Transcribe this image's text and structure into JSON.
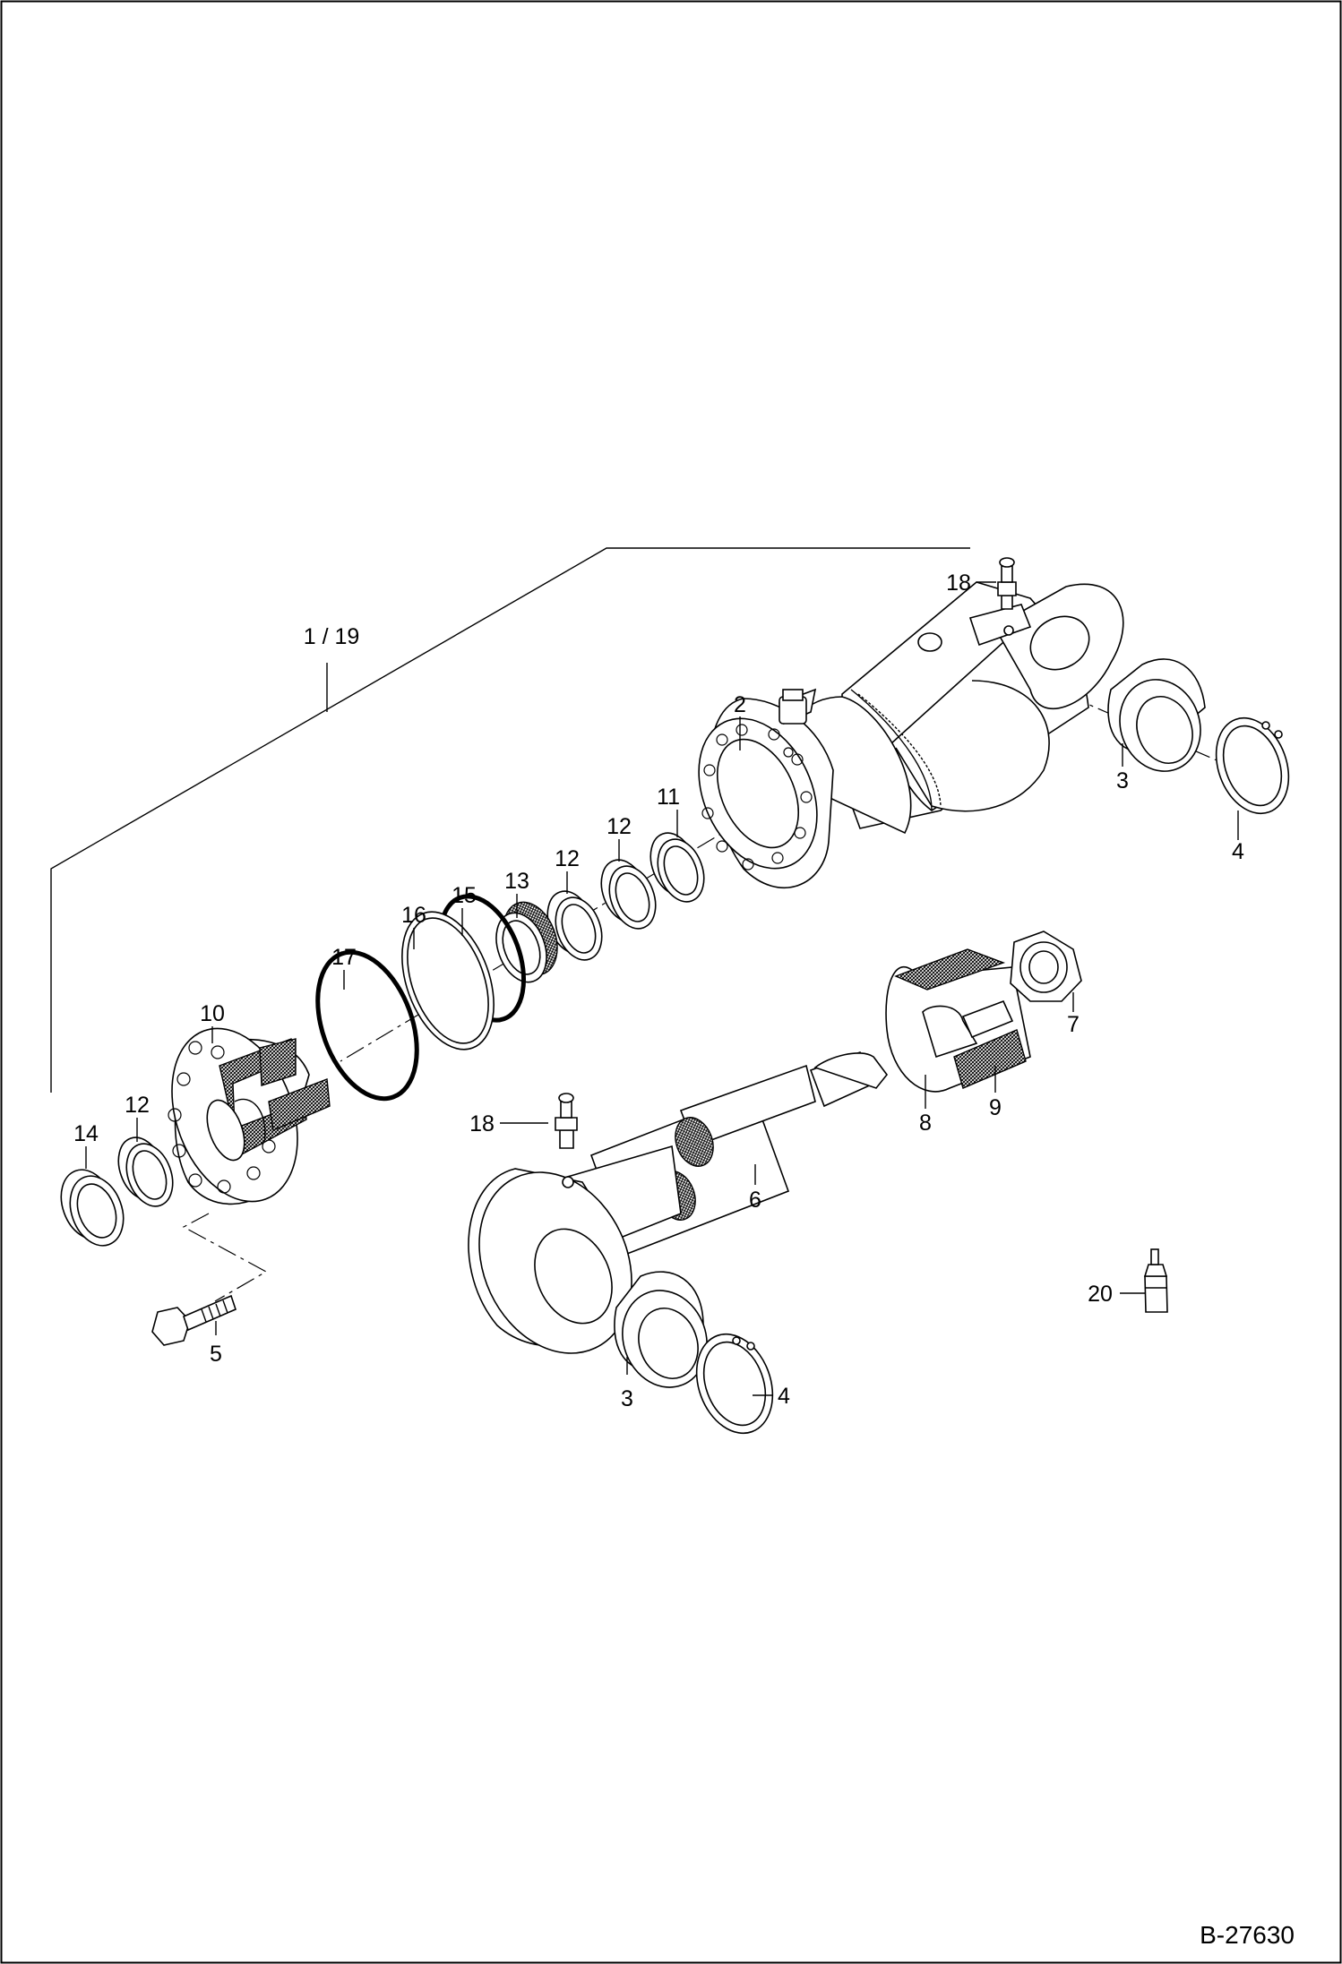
{
  "document": {
    "reference": "B-27630"
  },
  "callouts": {
    "c1_19": "1 / 19",
    "c2": "2",
    "c3_top": "3",
    "c3_bottom": "3",
    "c4_top": "4",
    "c4_bottom": "4",
    "c5": "5",
    "c6": "6",
    "c7": "7",
    "c8": "8",
    "c9": "9",
    "c10": "10",
    "c11": "11",
    "c12_a": "12",
    "c12_b": "12",
    "c12_c": "12",
    "c13": "13",
    "c14": "14",
    "c15": "15",
    "c16": "16",
    "c17": "17",
    "c18_top": "18",
    "c18_bottom": "18",
    "c20": "20"
  }
}
